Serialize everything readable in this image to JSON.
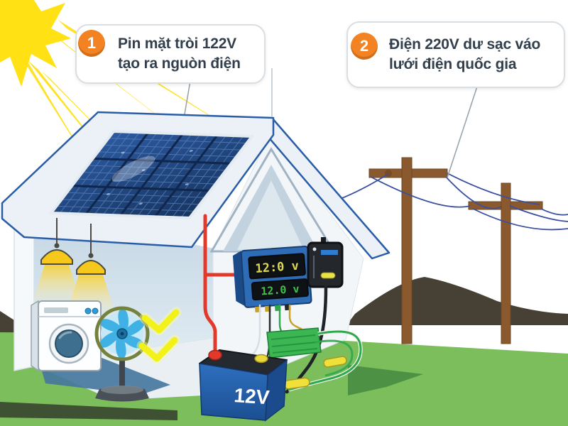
{
  "callout1": {
    "number": "1",
    "line1": "Pin mặt tròi 122V",
    "line2": "tạo ra nguòn điện"
  },
  "callout2": {
    "number": "2",
    "line1": "Điện 220V dư sạc váo",
    "line2": "lưới điện quốc gia"
  },
  "controller": {
    "display_top": "12:0 v",
    "display_bottom": "12.0 v"
  },
  "battery": {
    "label": "12V"
  },
  "colors": {
    "badge_orange": "#F28222",
    "callout_text": "#323F4D",
    "sun_yellow": "#FFE114",
    "panel_blue": "#2C5AA0",
    "roof_edge_blue": "#2A5DA8",
    "battery_blue": "#2563AD",
    "wire_red": "#E3392B",
    "wire_green": "#2FA84C",
    "display_top_digits": "#DED94C",
    "display_bottom_digits": "#43BF4B",
    "grass_green": "#7CBE5B",
    "hill_olive": "#474034",
    "pole_brown": "#8A5A2E",
    "power_wire_blue": "#3A4FA0"
  }
}
